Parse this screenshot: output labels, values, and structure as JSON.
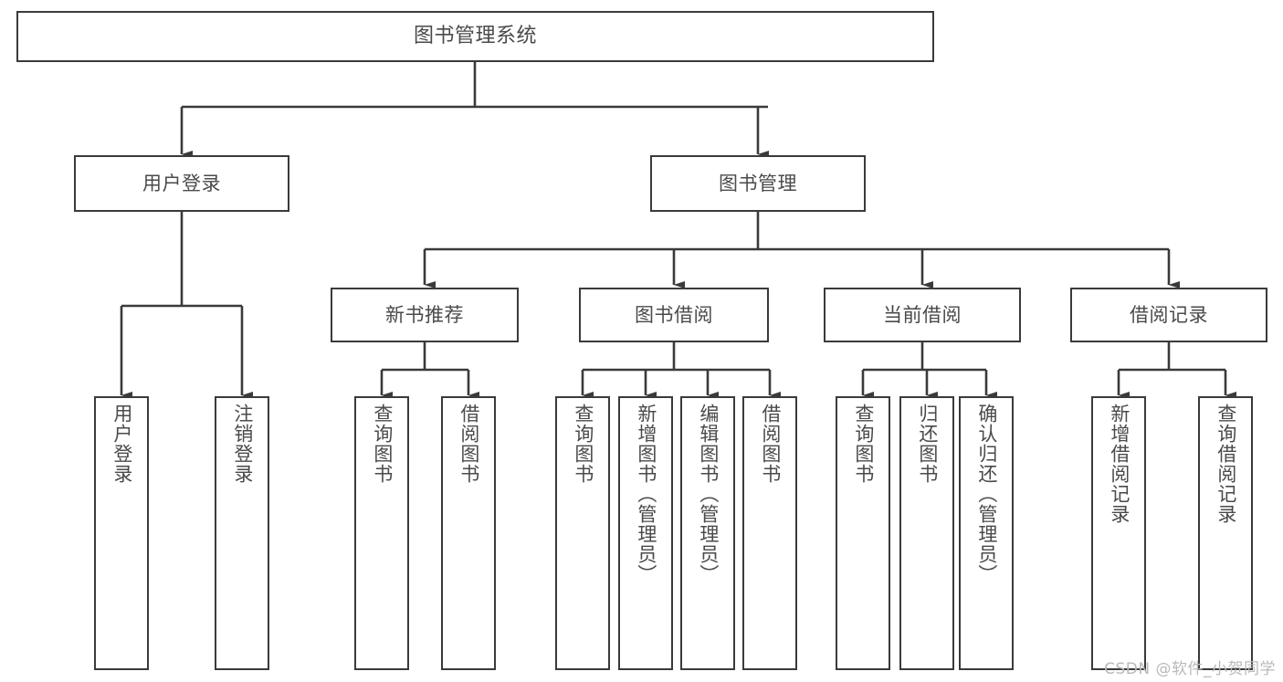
{
  "diagram": {
    "title": "图书管理系统",
    "type": "tree",
    "orientation": "top-down",
    "colors": {
      "background": "#ffffff",
      "box_border": "#3a3a3a",
      "box_fill": "#ffffff",
      "text": "#4a4a4a",
      "connector": "#3a3a3a",
      "watermark": "#b9b9b9"
    },
    "nodes": {
      "root": {
        "label": "图书管理系统",
        "level": 1,
        "orientation": "horizontal"
      },
      "user_login": {
        "label": "用户登录",
        "level": 2,
        "orientation": "horizontal"
      },
      "book_manage": {
        "label": "图书管理",
        "level": 2,
        "orientation": "horizontal"
      },
      "new_book_rec": {
        "label": "新书推荐",
        "level": 3,
        "orientation": "horizontal"
      },
      "book_borrow": {
        "label": "图书借阅",
        "level": 3,
        "orientation": "horizontal"
      },
      "current_borrow": {
        "label": "当前借阅",
        "level": 3,
        "orientation": "horizontal"
      },
      "borrow_record": {
        "label": "借阅记录",
        "level": 3,
        "orientation": "horizontal"
      },
      "leaf_user_login": {
        "label": "用户登录",
        "level": 4,
        "orientation": "vertical"
      },
      "leaf_logout": {
        "label": "注销登录",
        "level": 4,
        "orientation": "vertical"
      },
      "leaf_query_book_1": {
        "label": "查询图书",
        "level": 4,
        "orientation": "vertical"
      },
      "leaf_borrow_book_1": {
        "label": "借阅图书",
        "level": 4,
        "orientation": "vertical"
      },
      "leaf_query_book_2": {
        "label": "查询图书",
        "level": 4,
        "orientation": "vertical"
      },
      "leaf_add_book": {
        "label": "新增图书（管理员）",
        "level": 4,
        "orientation": "vertical"
      },
      "leaf_edit_book": {
        "label": "编辑图书（管理员）",
        "level": 4,
        "orientation": "vertical"
      },
      "leaf_borrow_book_2": {
        "label": "借阅图书",
        "level": 4,
        "orientation": "vertical"
      },
      "leaf_query_book_3": {
        "label": "查询图书",
        "level": 4,
        "orientation": "vertical"
      },
      "leaf_return_book": {
        "label": "归还图书",
        "level": 4,
        "orientation": "vertical"
      },
      "leaf_confirm_return": {
        "label": "确认归还（管理员）",
        "level": 4,
        "orientation": "vertical"
      },
      "leaf_add_record": {
        "label": "新增借阅记录",
        "level": 4,
        "orientation": "vertical"
      },
      "leaf_query_record": {
        "label": "查询借阅记录",
        "level": 4,
        "orientation": "vertical"
      }
    },
    "edges": [
      {
        "from": "root",
        "to": "user_login"
      },
      {
        "from": "root",
        "to": "book_manage"
      },
      {
        "from": "user_login",
        "to": "leaf_user_login"
      },
      {
        "from": "user_login",
        "to": "leaf_logout"
      },
      {
        "from": "book_manage",
        "to": "new_book_rec"
      },
      {
        "from": "book_manage",
        "to": "book_borrow"
      },
      {
        "from": "book_manage",
        "to": "current_borrow"
      },
      {
        "from": "book_manage",
        "to": "borrow_record"
      },
      {
        "from": "new_book_rec",
        "to": "leaf_query_book_1"
      },
      {
        "from": "new_book_rec",
        "to": "leaf_borrow_book_1"
      },
      {
        "from": "book_borrow",
        "to": "leaf_query_book_2"
      },
      {
        "from": "book_borrow",
        "to": "leaf_add_book"
      },
      {
        "from": "book_borrow",
        "to": "leaf_edit_book"
      },
      {
        "from": "book_borrow",
        "to": "leaf_borrow_book_2"
      },
      {
        "from": "current_borrow",
        "to": "leaf_query_book_3"
      },
      {
        "from": "current_borrow",
        "to": "leaf_return_book"
      },
      {
        "from": "current_borrow",
        "to": "leaf_confirm_return"
      },
      {
        "from": "borrow_record",
        "to": "leaf_add_record"
      },
      {
        "from": "borrow_record",
        "to": "leaf_query_record"
      }
    ]
  },
  "watermark": {
    "text": "CSDN @软件_小贺同学"
  }
}
